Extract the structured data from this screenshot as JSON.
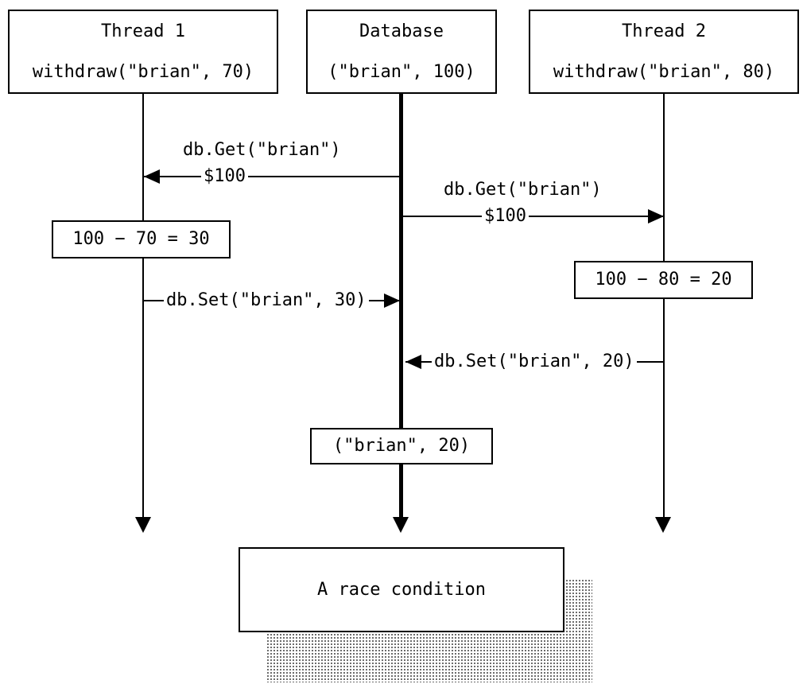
{
  "actors": {
    "thread1": {
      "title": "Thread 1",
      "subtitle": "withdraw(\"brian\", 70)"
    },
    "database": {
      "title": "Database",
      "subtitle": "(\"brian\", 100)"
    },
    "thread2": {
      "title": "Thread 2",
      "subtitle": "withdraw(\"brian\", 80)"
    }
  },
  "messages": {
    "get1": {
      "label": "db.Get(\"brian\")",
      "value": "$100"
    },
    "get2": {
      "label": "db.Get(\"brian\")",
      "value": "$100"
    },
    "set1": {
      "label": "db.Set(\"brian\", 30)"
    },
    "set2": {
      "label": "db.Set(\"brian\", 20)"
    }
  },
  "notes": {
    "calc1": "100 − 70 = 30",
    "calc2": "100 − 80 = 20",
    "db_result": "(\"brian\", 20)",
    "caption": "A race condition"
  },
  "colors": {
    "line": "#000000",
    "background": "#ffffff",
    "shadow_dots": "#6a6a6a"
  }
}
